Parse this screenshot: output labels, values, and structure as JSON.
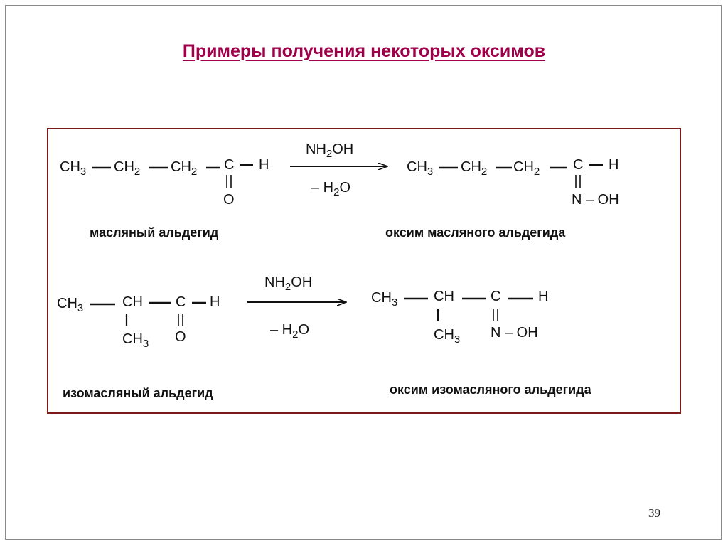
{
  "title": "Примеры получения некоторых оксимов",
  "page_number": "39",
  "reagent": "NH2OH",
  "byproduct": "– H2O",
  "reactions": [
    {
      "reactant": "CH3–CH2–CH2–CH=O",
      "reactant_name": "масляный альдегид",
      "product": "CH3–CH2–CH2–CH=N–OH",
      "product_name": "оксим масляного альдегида"
    },
    {
      "reactant": "CH3–CH(CH3)–CH=O",
      "reactant_name": "изомасляный альдегид",
      "product": "CH3–CH(CH3)–CH=N–OH",
      "product_name": "оксим изомасляного альдегида"
    }
  ],
  "atoms": {
    "ch3": "CH",
    "ch2": "CH",
    "ch": "CH",
    "c": "C",
    "h": "H",
    "o": "O",
    "n_oh": "N – OH",
    "nh": "NH",
    "oh": "OH",
    "minus_h": "– H",
    "o_after_sub": "O",
    "sub3": "3",
    "sub2": "2"
  }
}
